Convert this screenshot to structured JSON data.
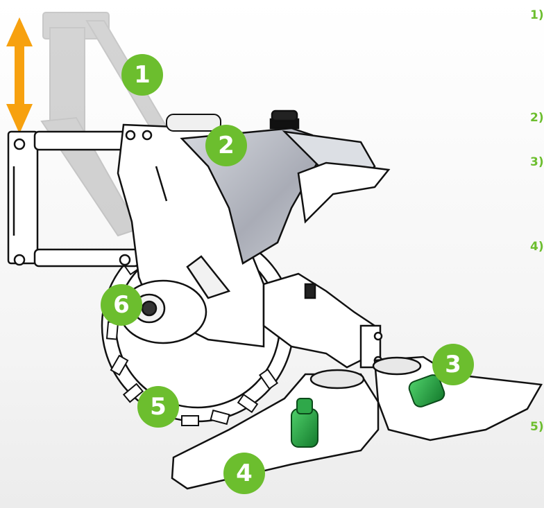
{
  "colors": {
    "accent": "#6cbe2e",
    "arrow": "#f7a10f",
    "line": "#111111",
    "tank": "#b9bcc4"
  },
  "icons": {
    "arrow": "vertical-double-arrow-icon"
  },
  "badges": [
    "1",
    "2",
    "3",
    "4",
    "5",
    "6"
  ],
  "side_list": [
    "1)",
    "2)",
    "3)",
    "4)",
    "5)"
  ]
}
